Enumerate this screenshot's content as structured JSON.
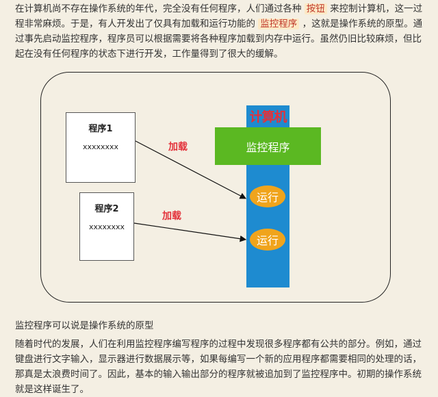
{
  "intro": {
    "part1": "在计算机尚不存在操作系统的年代，完全没有任何程序，人们通过各种",
    "hl1": "按钮",
    "part2": "来控制计算机，这一过程非常麻烦。于是，有人开发出了仅具有加载和运行功能的",
    "hl2": "监控程序",
    "part3": "，这就是操作系统的原型。通过事先启动监控程序，程序员可以根据需要将各种程序加载到内存中运行。虽然仍旧比较麻烦，但比起在没有任何程序的状态下进行开发，工作量得到了很大的缓解。"
  },
  "diagram": {
    "program1": {
      "title": "程序1",
      "code": "xxxxxxxx"
    },
    "program2": {
      "title": "程序2",
      "code": "xxxxxxxx"
    },
    "computer_label": "计算机",
    "monitor_label": "监控程序",
    "run1_label": "运行",
    "run2_label": "运行",
    "load1_label": "加载",
    "load2_label": "加载"
  },
  "caption": "监控程序可以说是操作系统的原型",
  "body": "随着时代的发展，人们在利用监控程序编写程序的过程中发现很多程序都有公共的部分。例如，通过键盘进行文字输入，显示器进行数据展示等，如果每编写一个新的应用程序都需要相同的处理的话，那真是太浪费时间了。因此，基本的输入输出部分的程序就被追加到了监控程序中。初期的操作系统就是这样诞生了。",
  "colors": {
    "background": "#f4efe3",
    "highlight_text": "#c0392b",
    "highlight_bg": "#fce9c6",
    "computer_blue": "#1e8bd0",
    "monitor_green": "#5bb822",
    "run_orange": "#f0a41c",
    "label_red": "#e3313a"
  }
}
